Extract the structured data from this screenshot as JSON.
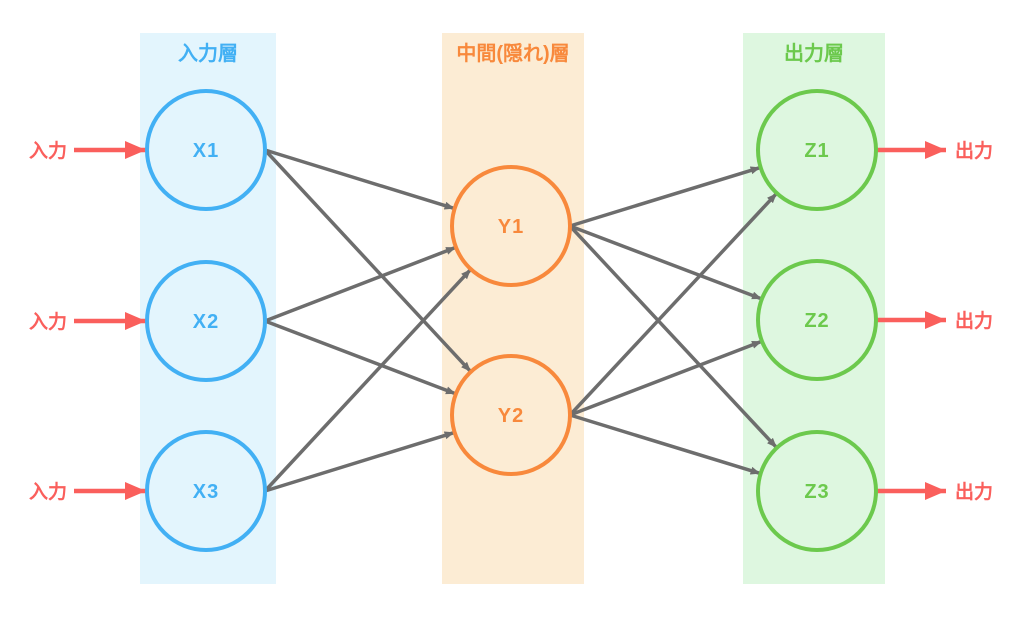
{
  "diagram": {
    "layers": [
      {
        "id": "input",
        "label": "入力層",
        "band_color": "#e3f5fd",
        "accent": "#42b0f4",
        "nodes": [
          "X1",
          "X2",
          "X3"
        ]
      },
      {
        "id": "hidden",
        "label": "中間(隠れ)層",
        "band_color": "#fcecd4",
        "accent": "#f8893c",
        "nodes": [
          "Y1",
          "Y2"
        ]
      },
      {
        "id": "output",
        "label": "出力層",
        "band_color": "#def7e0",
        "accent": "#6cc94d",
        "nodes": [
          "Z1",
          "Z2",
          "Z3"
        ]
      }
    ],
    "io": {
      "input_label": "入力",
      "output_label": "出力",
      "arrow_color": "#fa5f5c"
    },
    "edge_color": "#6d6d6d"
  }
}
